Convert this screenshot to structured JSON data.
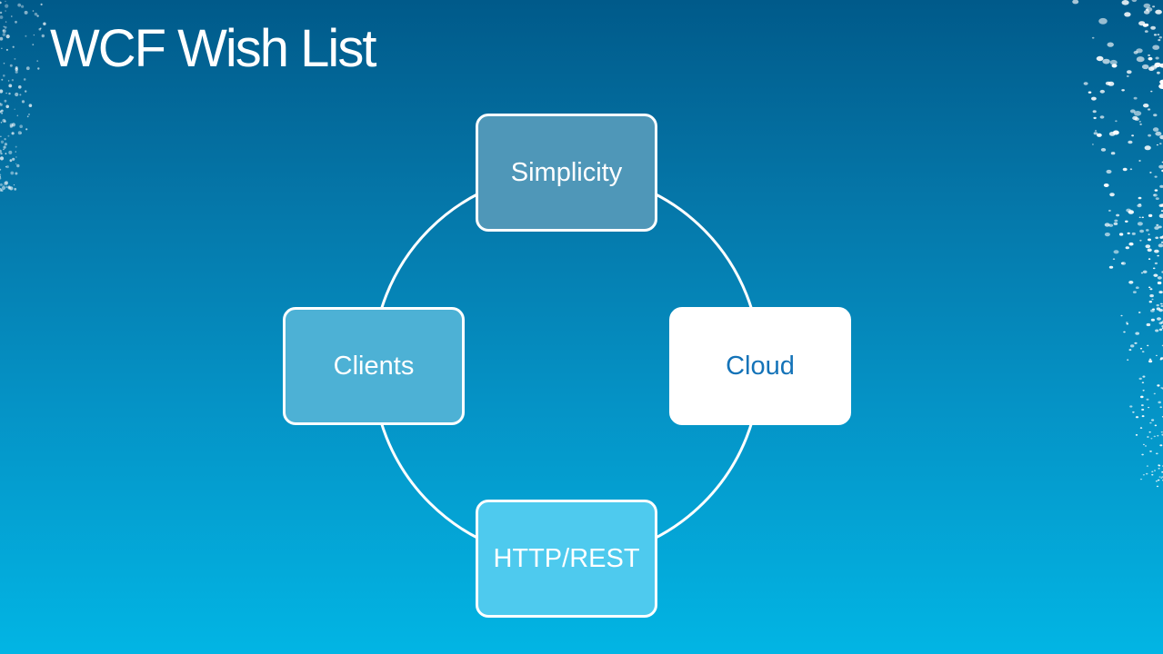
{
  "slide": {
    "title": "WCF Wish List"
  },
  "diagram": {
    "type": "cycle",
    "nodes": [
      {
        "id": "simplicity",
        "label": "Simplicity",
        "fill": "#4f97b8"
      },
      {
        "id": "cloud",
        "label": "Cloud",
        "fill": "#ffffff",
        "text_color": "#1473b8"
      },
      {
        "id": "http-rest",
        "label": "HTTP/REST",
        "fill": "#4ecaee"
      },
      {
        "id": "clients",
        "label": "Clients",
        "fill": "#4db1d5"
      }
    ],
    "ring_color": "#ffffff"
  },
  "theme": {
    "background_top": "#005a8a",
    "background_bottom": "#02b5e4",
    "title_color": "#ffffff"
  }
}
